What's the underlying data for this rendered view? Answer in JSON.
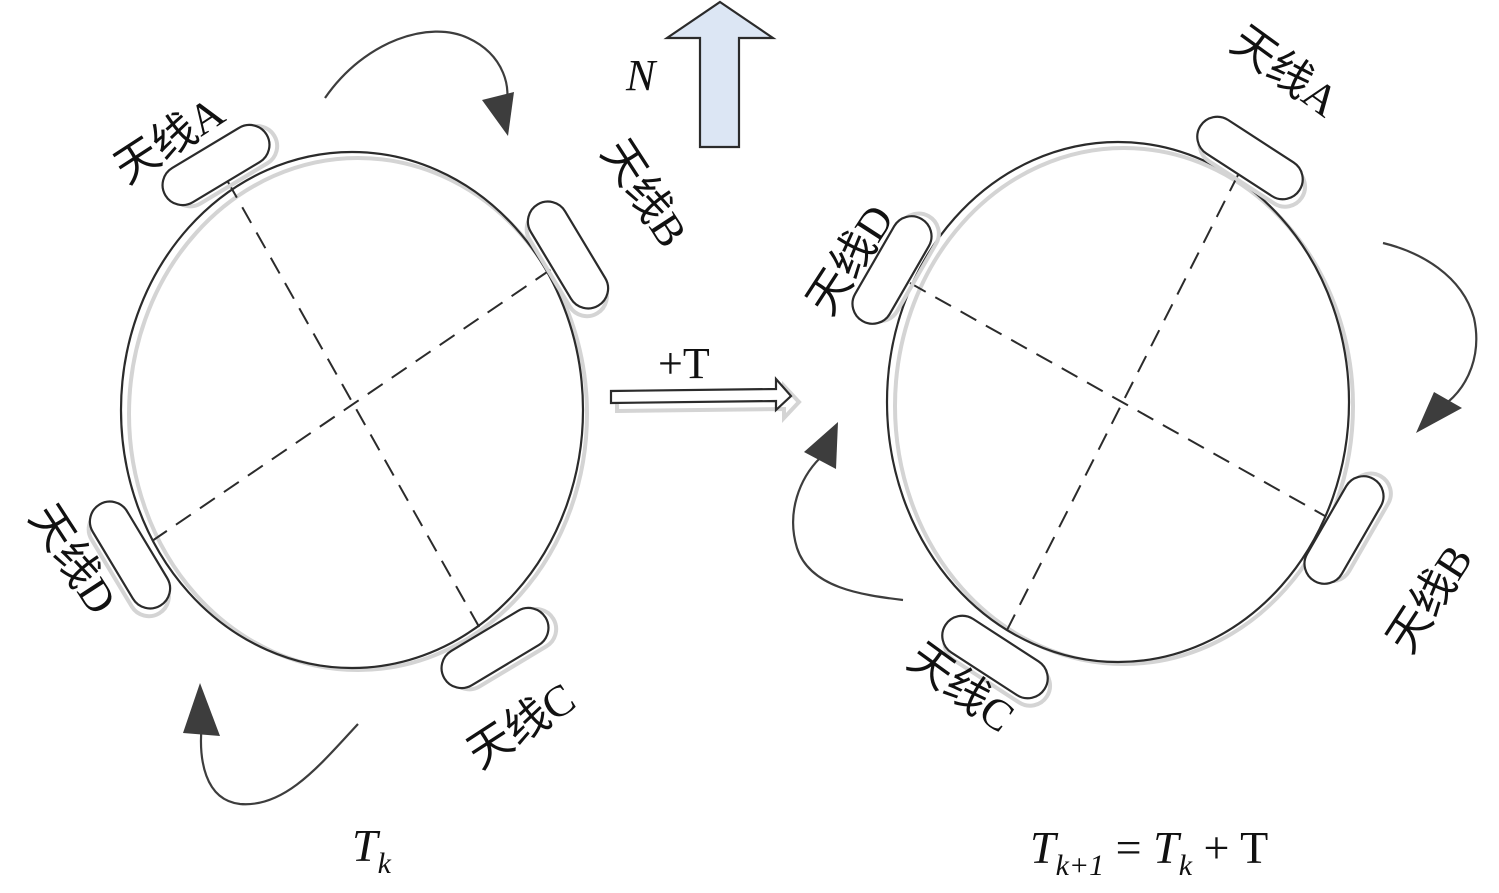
{
  "compass": {
    "label": "N"
  },
  "shift": {
    "label": "+T"
  },
  "left_state": {
    "antennas": {
      "a": "天线A",
      "b": "天线B",
      "c": "天线C",
      "d": "天线D"
    },
    "time_base": "T",
    "time_sub": "k"
  },
  "right_state": {
    "antennas": {
      "a": "天线A",
      "b": "天线B",
      "c": "天线C",
      "d": "天线D"
    },
    "time_base": "T",
    "time_sub": "k+1",
    "time_eq": " = ",
    "time_base2": "T",
    "time_sub2": "k",
    "time_plus": " + T"
  },
  "colors": {
    "line": "#2b2b2b",
    "arrow_fill": "#3d3d3d",
    "north_fill": "#dce6f4",
    "shadow": "#d4d4d4"
  }
}
